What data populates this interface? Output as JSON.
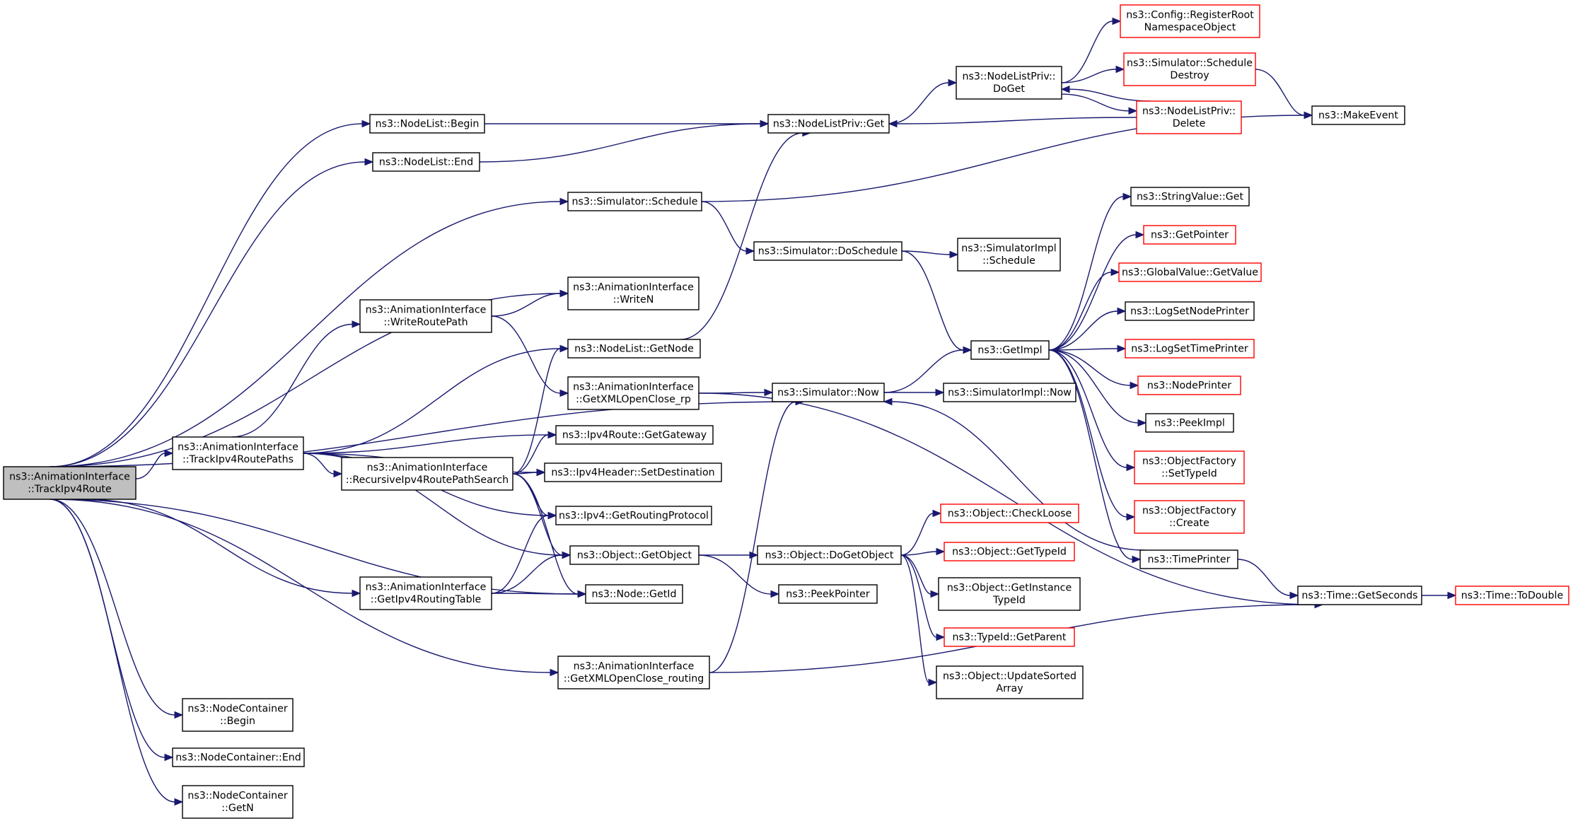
{
  "colors": {
    "edge": "#191970",
    "node_border": "#000000",
    "external_node_border": "#ff0000",
    "root_fill": "#bfbfbf",
    "background": "#ffffff"
  },
  "nodes": [
    {
      "id": "root",
      "lines": [
        "ns3::AnimationInterface",
        "::TrackIpv4Route"
      ],
      "style": "root"
    },
    {
      "id": "nl_begin",
      "lines": [
        "ns3::NodeList::Begin"
      ],
      "style": "normal"
    },
    {
      "id": "nl_end",
      "lines": [
        "ns3::NodeList::End"
      ],
      "style": "normal"
    },
    {
      "id": "sim_schedule",
      "lines": [
        "ns3::Simulator::Schedule"
      ],
      "style": "normal"
    },
    {
      "id": "writen",
      "lines": [
        "ns3::AnimationInterface",
        "::WriteN"
      ],
      "style": "normal"
    },
    {
      "id": "writeroutepath",
      "lines": [
        "ns3::AnimationInterface",
        "::WriteRoutePath"
      ],
      "style": "normal"
    },
    {
      "id": "nl_getnode",
      "lines": [
        "ns3::NodeList::GetNode"
      ],
      "style": "normal"
    },
    {
      "id": "getxml_rp",
      "lines": [
        "ns3::AnimationInterface",
        "::GetXMLOpenClose_rp"
      ],
      "style": "normal"
    },
    {
      "id": "trackpaths",
      "lines": [
        "ns3::AnimationInterface",
        "::TrackIpv4RoutePaths"
      ],
      "style": "normal"
    },
    {
      "id": "getgateway",
      "lines": [
        "ns3::Ipv4Route::GetGateway"
      ],
      "style": "normal"
    },
    {
      "id": "recursive",
      "lines": [
        "ns3::AnimationInterface",
        "::RecursiveIpv4RoutePathSearch"
      ],
      "style": "normal"
    },
    {
      "id": "setdest",
      "lines": [
        "ns3::Ipv4Header::SetDestination"
      ],
      "style": "normal"
    },
    {
      "id": "getrouting",
      "lines": [
        "ns3::Ipv4::GetRoutingProtocol"
      ],
      "style": "normal"
    },
    {
      "id": "getobject",
      "lines": [
        "ns3::Object::GetObject"
      ],
      "style": "normal"
    },
    {
      "id": "getipv4rt",
      "lines": [
        "ns3::AnimationInterface",
        "::GetIpv4RoutingTable"
      ],
      "style": "normal"
    },
    {
      "id": "node_getid",
      "lines": [
        "ns3::Node::GetId"
      ],
      "style": "normal"
    },
    {
      "id": "getxml_routing",
      "lines": [
        "ns3::AnimationInterface",
        "::GetXMLOpenClose_routing"
      ],
      "style": "normal"
    },
    {
      "id": "nc_begin",
      "lines": [
        "ns3::NodeContainer",
        "::Begin"
      ],
      "style": "normal"
    },
    {
      "id": "nc_end",
      "lines": [
        "ns3::NodeContainer::End"
      ],
      "style": "normal"
    },
    {
      "id": "nc_getn",
      "lines": [
        "ns3::NodeContainer",
        "::GetN"
      ],
      "style": "normal"
    },
    {
      "id": "nlp_get",
      "lines": [
        "ns3::NodeListPriv::Get"
      ],
      "style": "normal"
    },
    {
      "id": "sim_doschedule",
      "lines": [
        "ns3::Simulator::DoSchedule"
      ],
      "style": "normal"
    },
    {
      "id": "sim_now",
      "lines": [
        "ns3::Simulator::Now"
      ],
      "style": "normal"
    },
    {
      "id": "dogetobject",
      "lines": [
        "ns3::Object::DoGetObject"
      ],
      "style": "normal"
    },
    {
      "id": "peekpointer",
      "lines": [
        "ns3::PeekPointer"
      ],
      "style": "normal"
    },
    {
      "id": "nlp_doget",
      "lines": [
        "ns3::NodeListPriv::",
        "DoGet"
      ],
      "style": "normal"
    },
    {
      "id": "simimpl_schedule",
      "lines": [
        "ns3::SimulatorImpl",
        "::Schedule"
      ],
      "style": "normal"
    },
    {
      "id": "getimpl",
      "lines": [
        "ns3::GetImpl"
      ],
      "style": "normal"
    },
    {
      "id": "simimpl_now",
      "lines": [
        "ns3::SimulatorImpl::Now"
      ],
      "style": "normal"
    },
    {
      "id": "checkloose",
      "lines": [
        "ns3::Object::CheckLoose"
      ],
      "style": "external"
    },
    {
      "id": "gettypeid",
      "lines": [
        "ns3::Object::GetTypeId"
      ],
      "style": "external"
    },
    {
      "id": "getinstancetypeid",
      "lines": [
        "ns3::Object::GetInstance",
        "TypeId"
      ],
      "style": "normal"
    },
    {
      "id": "typeid_getparent",
      "lines": [
        "ns3::TypeId::GetParent"
      ],
      "style": "external"
    },
    {
      "id": "updatesorted",
      "lines": [
        "ns3::Object::UpdateSorted",
        "Array"
      ],
      "style": "normal"
    },
    {
      "id": "config_register",
      "lines": [
        "ns3::Config::RegisterRoot",
        "NamespaceObject"
      ],
      "style": "external"
    },
    {
      "id": "sim_scheduledestroy",
      "lines": [
        "ns3::Simulator::Schedule",
        "Destroy"
      ],
      "style": "external"
    },
    {
      "id": "nlp_delete",
      "lines": [
        "ns3::NodeListPriv::",
        "Delete"
      ],
      "style": "external"
    },
    {
      "id": "stringvalue_get",
      "lines": [
        "ns3::StringValue::Get"
      ],
      "style": "normal"
    },
    {
      "id": "getpointer",
      "lines": [
        "ns3::GetPointer"
      ],
      "style": "external"
    },
    {
      "id": "globalvalue_getvalue",
      "lines": [
        "ns3::GlobalValue::GetValue"
      ],
      "style": "external"
    },
    {
      "id": "logsetnodeprinter",
      "lines": [
        "ns3::LogSetNodePrinter"
      ],
      "style": "normal"
    },
    {
      "id": "logsettimeprinter",
      "lines": [
        "ns3::LogSetTimePrinter"
      ],
      "style": "external"
    },
    {
      "id": "nodeprinter",
      "lines": [
        "ns3::NodePrinter"
      ],
      "style": "external"
    },
    {
      "id": "peekimpl",
      "lines": [
        "ns3::PeekImpl"
      ],
      "style": "normal"
    },
    {
      "id": "of_settypeid",
      "lines": [
        "ns3::ObjectFactory",
        "::SetTypeId"
      ],
      "style": "external"
    },
    {
      "id": "of_create",
      "lines": [
        "ns3::ObjectFactory",
        "::Create"
      ],
      "style": "external"
    },
    {
      "id": "timeprinter",
      "lines": [
        "ns3::TimePrinter"
      ],
      "style": "normal"
    },
    {
      "id": "time_getseconds",
      "lines": [
        "ns3::Time::GetSeconds"
      ],
      "style": "normal"
    },
    {
      "id": "time_todouble",
      "lines": [
        "ns3::Time::ToDouble"
      ],
      "style": "external"
    },
    {
      "id": "makeevent",
      "lines": [
        "ns3::MakeEvent"
      ],
      "style": "normal"
    }
  ],
  "edges": [
    [
      "root",
      "nl_begin"
    ],
    [
      "root",
      "nl_end"
    ],
    [
      "root",
      "sim_schedule"
    ],
    [
      "root",
      "writen"
    ],
    [
      "root",
      "sim_now"
    ],
    [
      "root",
      "trackpaths"
    ],
    [
      "root",
      "getipv4rt"
    ],
    [
      "root",
      "node_getid"
    ],
    [
      "root",
      "getxml_routing"
    ],
    [
      "root",
      "nc_begin"
    ],
    [
      "root",
      "nc_end"
    ],
    [
      "root",
      "nc_getn"
    ],
    [
      "nl_begin",
      "nlp_get"
    ],
    [
      "nl_end",
      "nlp_get"
    ],
    [
      "sim_schedule",
      "makeevent"
    ],
    [
      "sim_schedule",
      "sim_doschedule"
    ],
    [
      "trackpaths",
      "writeroutepath"
    ],
    [
      "trackpaths",
      "nl_getnode"
    ],
    [
      "trackpaths",
      "getgateway"
    ],
    [
      "trackpaths",
      "setdest"
    ],
    [
      "trackpaths",
      "recursive"
    ],
    [
      "trackpaths",
      "getrouting"
    ],
    [
      "trackpaths",
      "getobject"
    ],
    [
      "writeroutepath",
      "writen"
    ],
    [
      "writeroutepath",
      "getxml_rp"
    ],
    [
      "nl_getnode",
      "nlp_get"
    ],
    [
      "getxml_rp",
      "sim_now"
    ],
    [
      "getxml_rp",
      "time_getseconds"
    ],
    [
      "recursive",
      "nl_getnode"
    ],
    [
      "recursive",
      "getgateway"
    ],
    [
      "recursive",
      "setdest"
    ],
    [
      "recursive",
      "getrouting"
    ],
    [
      "recursive",
      "getobject"
    ],
    [
      "recursive",
      "node_getid"
    ],
    [
      "getipv4rt",
      "getrouting"
    ],
    [
      "getipv4rt",
      "getobject"
    ],
    [
      "getipv4rt",
      "node_getid"
    ],
    [
      "getobject",
      "dogetobject"
    ],
    [
      "getobject",
      "peekpointer"
    ],
    [
      "getxml_routing",
      "sim_now"
    ],
    [
      "getxml_routing",
      "time_getseconds"
    ],
    [
      "nlp_get",
      "nlp_doget"
    ],
    [
      "nlp_doget",
      "config_register"
    ],
    [
      "nlp_doget",
      "sim_scheduledestroy"
    ],
    [
      "nlp_doget",
      "nlp_delete"
    ],
    [
      "nlp_delete",
      "nlp_doget"
    ],
    [
      "nlp_delete",
      "nlp_get"
    ],
    [
      "sim_scheduledestroy",
      "makeevent"
    ],
    [
      "sim_doschedule",
      "simimpl_schedule"
    ],
    [
      "sim_doschedule",
      "getimpl"
    ],
    [
      "sim_now",
      "getimpl"
    ],
    [
      "sim_now",
      "simimpl_now"
    ],
    [
      "getimpl",
      "stringvalue_get"
    ],
    [
      "getimpl",
      "getpointer"
    ],
    [
      "getimpl",
      "globalvalue_getvalue"
    ],
    [
      "getimpl",
      "logsetnodeprinter"
    ],
    [
      "getimpl",
      "logsettimeprinter"
    ],
    [
      "getimpl",
      "nodeprinter"
    ],
    [
      "getimpl",
      "peekimpl"
    ],
    [
      "getimpl",
      "of_settypeid"
    ],
    [
      "getimpl",
      "of_create"
    ],
    [
      "getimpl",
      "timeprinter"
    ],
    [
      "timeprinter",
      "sim_now"
    ],
    [
      "timeprinter",
      "time_getseconds"
    ],
    [
      "time_getseconds",
      "time_todouble"
    ],
    [
      "dogetobject",
      "checkloose"
    ],
    [
      "dogetobject",
      "gettypeid"
    ],
    [
      "dogetobject",
      "getinstancetypeid"
    ],
    [
      "dogetobject",
      "typeid_getparent"
    ],
    [
      "dogetobject",
      "updatesorted"
    ]
  ]
}
